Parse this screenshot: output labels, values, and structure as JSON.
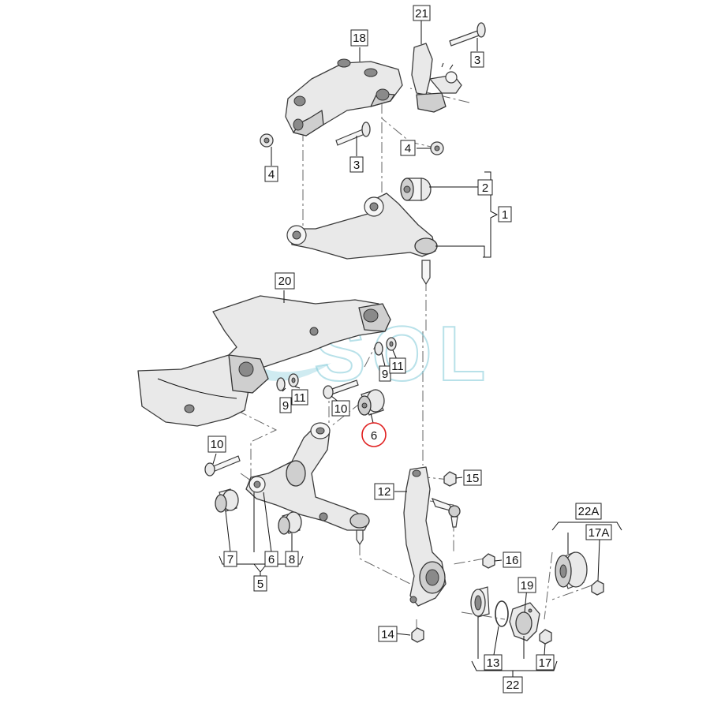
{
  "watermark": "SOL",
  "highlight_color": "#e02020",
  "labels": {
    "p21": "21",
    "p18": "18",
    "p3a": "3",
    "p3b": "3",
    "p4a": "4",
    "p4b": "4",
    "p2": "2",
    "p1": "1",
    "p20": "20",
    "p9a": "9",
    "p11a": "11",
    "p9b": "9",
    "p11b": "11",
    "p10a": "10",
    "p6": "6",
    "p10b": "10",
    "p15": "15",
    "p12": "12",
    "p22a": "22A",
    "p17a": "17A",
    "p16": "16",
    "p19": "19",
    "p7": "7",
    "p6b": "6",
    "p8": "8",
    "p5": "5",
    "p14": "14",
    "p13": "13",
    "p17": "17",
    "p22": "22"
  }
}
